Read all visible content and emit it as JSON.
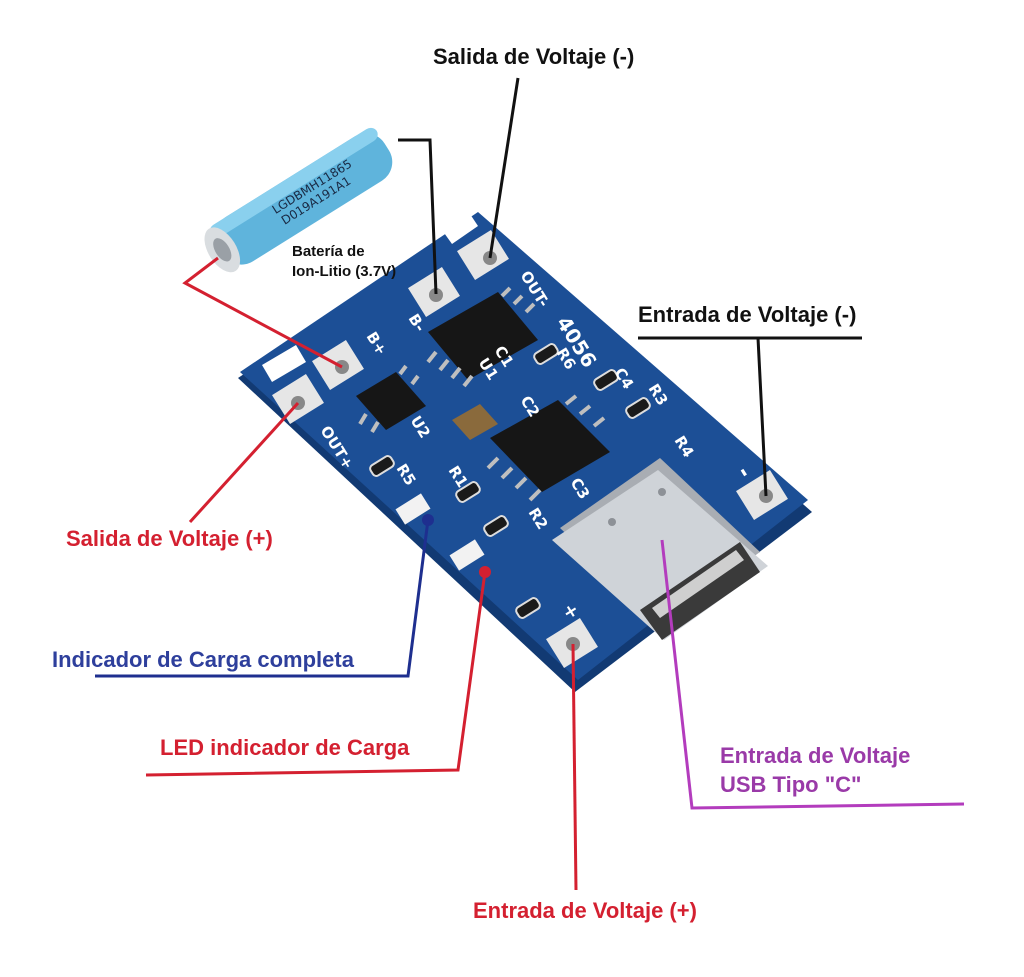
{
  "colors": {
    "pcb": "#1c4f96",
    "pcb_edge": "#123a73",
    "pad": "#e6e6e6",
    "chip": "#161616",
    "usb": "#cfd3d8",
    "battery": "#5fb4dc",
    "black_label": "#111111",
    "red_label": "#d42030",
    "blue_label": "#2e3f9c",
    "purple_label": "#9a3aa8"
  },
  "labels": {
    "out_minus": "Salida de Voltaje (-)",
    "in_minus": "Entrada de Voltaje (-)",
    "out_plus": "Salida de Voltaje (+)",
    "full_charge": "Indicador de Carga completa",
    "charge_led": "LED indicador de Carga",
    "usb_line1": "Entrada de Voltaje",
    "usb_line2": "USB Tipo \"C\"",
    "in_plus": "Entrada de Voltaje (+)",
    "battery_line1": "Batería de",
    "battery_line2": "Ion-Litio (3.7V)"
  },
  "battery_print": {
    "line1": "LGDBMH11865",
    "line2": "D019A191A1"
  },
  "silkscreen": {
    "out_minus": "OUT-",
    "b_minus": "B-",
    "b_plus": "B+",
    "out_plus": "OUT+",
    "model": "4056",
    "u1": "U1",
    "u2": "U2",
    "r1": "R1",
    "r2": "R2",
    "r3": "R3",
    "r4": "R4",
    "r5": "R5",
    "r6": "R6",
    "c1": "C1",
    "c2": "C2",
    "c3": "C3",
    "c4": "C4",
    "minus": "-",
    "plus": "+"
  }
}
